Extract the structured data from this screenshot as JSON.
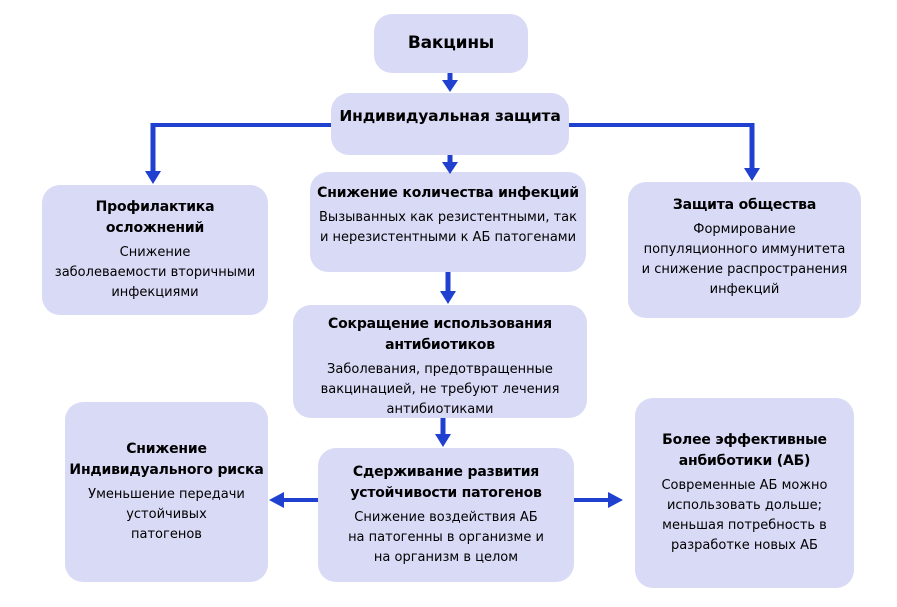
{
  "colors": {
    "background": "#ffffff",
    "box_fill": "#d9daf6",
    "arrow_blue": "#2040d0",
    "text": "#000000"
  },
  "nodes": {
    "vaccines": {
      "title": "Вакцины"
    },
    "individual_protection": {
      "title": "Индивидуальная защита"
    },
    "complications_prevention": {
      "title": "Профилактика осложнений",
      "body": "Снижение\nзаболеваемости  вторичными\nинфекциями"
    },
    "infection_reduction": {
      "title": "Снижение количества инфекций",
      "body": "Вызыванных как резистентными, так\nи нерезистентными к АБ патогенами"
    },
    "society_protection": {
      "title": "Защита общества",
      "body": "Формирование\nпопуляционного иммунитета\nи снижение распространения\nинфекций"
    },
    "antibiotic_use_reduction": {
      "title": "Сокращение использования\nантибиотиков",
      "body": "Заболевания, предотвращенные\nвакцинацией, не требуют лечения\nантибиотиками"
    },
    "resistance_containment": {
      "title": "Сдерживание развития\nустойчивости патогенов",
      "body": "Снижение воздействия АБ\nна патогенны в организме и\nна организм в целом"
    },
    "individual_risk_reduction": {
      "title": "Снижение\nИндивидуального риска",
      "body": "Уменьшение  передачи\nустойчивых\nпатогенов"
    },
    "effective_antibiotics": {
      "title": "Более эффективные\nанбиботики (АБ)",
      "body": "Современные АБ можно\nиспользовать дольше;\nменьшая потребность в\nразработке новых АБ"
    }
  }
}
